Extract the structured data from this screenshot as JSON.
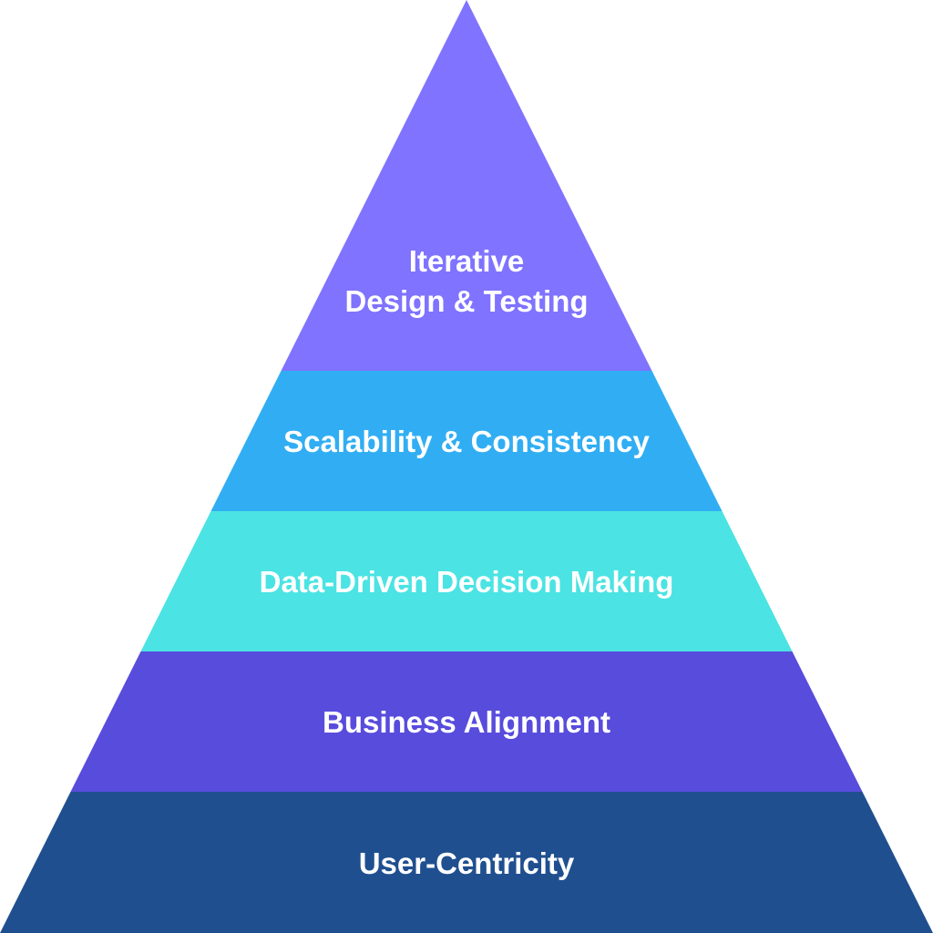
{
  "pyramid": {
    "layers": [
      {
        "line1": "Iterative",
        "line2": "Design & Testing",
        "color": "#7f73ff"
      },
      {
        "line1": "Scalability & Consistency",
        "color": "#31aef3"
      },
      {
        "line1": "Data-Driven Decision Making",
        "color": "#4be3e3"
      },
      {
        "line1": "Business Alignment",
        "color": "#584cdd"
      },
      {
        "line1": "User-Centricity",
        "color": "#1f4f8f"
      }
    ]
  }
}
